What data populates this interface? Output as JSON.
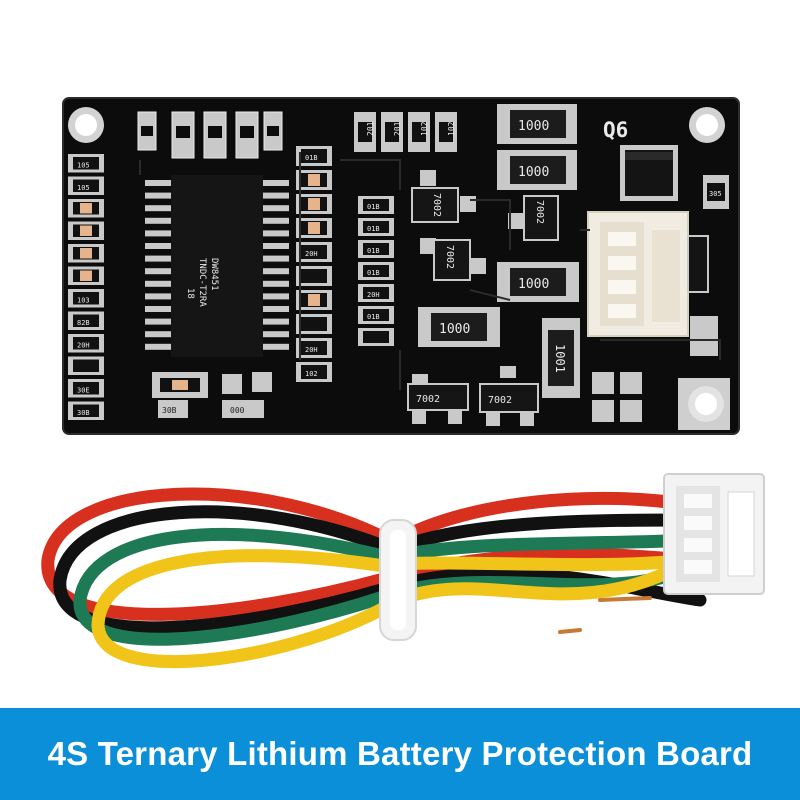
{
  "banner": {
    "title": "4S Ternary Lithium Battery Protection Board",
    "background": "#0a8fd8",
    "text_color": "#ffffff"
  },
  "board": {
    "corner_label": "Q6",
    "ic_marking": [
      "DW8451",
      "TNDC-T2RA",
      "18"
    ],
    "resistor_labels": [
      "1000",
      "1000",
      "1000",
      "1000",
      "1001"
    ],
    "mosfet_labels": [
      "7002",
      "7002",
      "7002",
      "7002",
      "7002"
    ],
    "left_column_labels": [
      "105",
      "105",
      "103",
      "82B",
      "20H",
      "30E",
      "30B"
    ],
    "mid_column_labels": [
      "01B",
      "20H",
      "20H",
      "102"
    ],
    "right_column_labels": [
      "01B",
      "01B",
      "01B",
      "01B",
      "20H",
      "01B"
    ],
    "top_row_labels": [
      "201",
      "201",
      "102",
      "102"
    ],
    "small_labels": [
      "30B",
      "000",
      "305"
    ],
    "colors": {
      "pcb": "#0c0c0c",
      "pad": "#c9c9c9",
      "connector": "#f1ece2"
    }
  },
  "cable": {
    "wire_colors": [
      "#d8301f",
      "#111111",
      "#1e7a55",
      "#f1c419"
    ],
    "connector_color": "#f3f3f3"
  }
}
